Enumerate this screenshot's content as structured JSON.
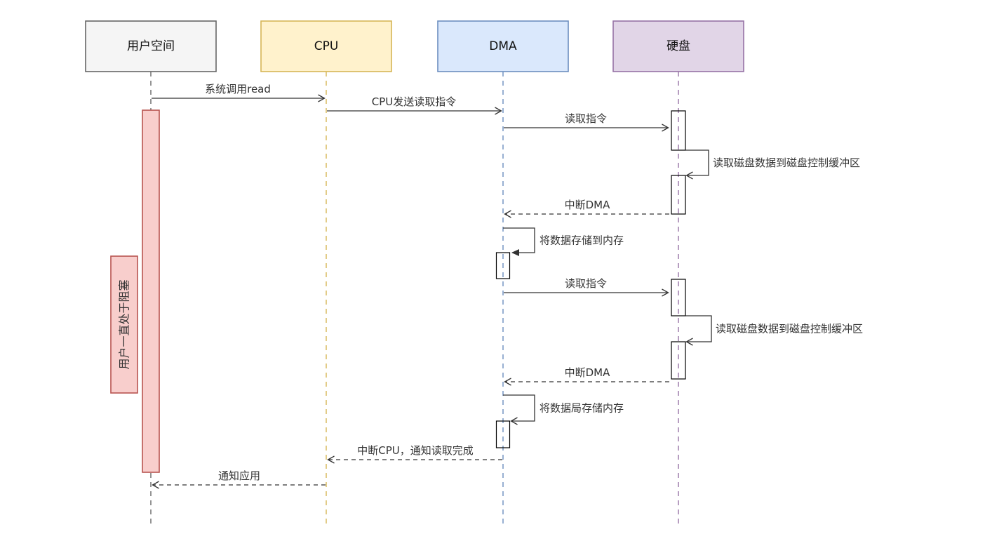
{
  "diagram": {
    "type": "sequence-diagram",
    "actors": [
      {
        "id": "user",
        "label": "用户空间",
        "fill": "#f5f5f5",
        "stroke": "#666666"
      },
      {
        "id": "cpu",
        "label": "CPU",
        "fill": "#fff2cc",
        "stroke": "#d6b656"
      },
      {
        "id": "dma",
        "label": "DMA",
        "fill": "#dae8fc",
        "stroke": "#6c8ebf"
      },
      {
        "id": "hdd",
        "label": "硬盘",
        "fill": "#e1d5e7",
        "stroke": "#9673a6"
      }
    ],
    "messages": [
      {
        "type": "message",
        "from": "user",
        "to": "cpu",
        "label": "系统调用read",
        "line": "solid"
      },
      {
        "type": "message",
        "from": "cpu",
        "to": "dma",
        "label": "CPU发送读取指令",
        "line": "solid"
      },
      {
        "type": "message",
        "from": "dma",
        "to": "hdd",
        "label": "读取指令",
        "line": "solid"
      },
      {
        "type": "self",
        "actor": "hdd",
        "label": "读取磁盘数据到磁盘控制缓冲区"
      },
      {
        "type": "message",
        "from": "hdd",
        "to": "dma",
        "label": "中断DMA",
        "line": "dashed"
      },
      {
        "type": "self",
        "actor": "dma",
        "label": "将数据存储到内存"
      },
      {
        "type": "message",
        "from": "dma",
        "to": "hdd",
        "label": "读取指令",
        "line": "solid"
      },
      {
        "type": "self",
        "actor": "hdd",
        "label": "读取磁盘数据到磁盘控制缓冲区"
      },
      {
        "type": "message",
        "from": "hdd",
        "to": "dma",
        "label": "中断DMA",
        "line": "dashed"
      },
      {
        "type": "self",
        "actor": "dma",
        "label": "将数据局存储内存"
      },
      {
        "type": "message",
        "from": "dma",
        "to": "cpu",
        "label": "中断CPU，通知读取完成",
        "line": "dashed"
      },
      {
        "type": "message",
        "from": "cpu",
        "to": "user",
        "label": "通知应用",
        "line": "dashed"
      }
    ],
    "blocking_note": {
      "label": "用户一直处于阻塞",
      "fill": "#f8cecc",
      "stroke": "#b85450"
    },
    "user_activation": {
      "fill": "#f8cecc",
      "stroke": "#b85450"
    },
    "line_color": "#333333"
  }
}
